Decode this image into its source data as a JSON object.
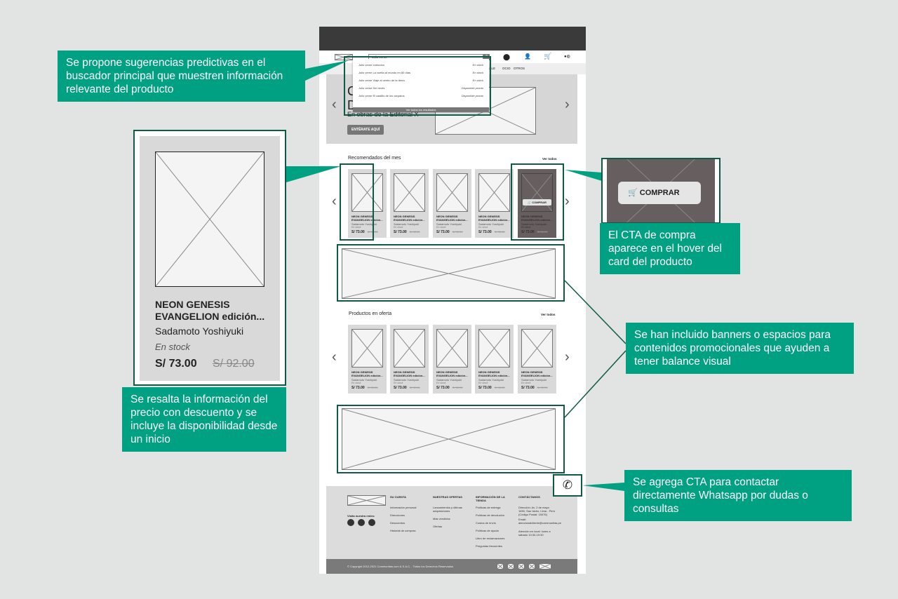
{
  "header": {
    "search_value": "Julio verne",
    "nav_visible": [
      "UCABLE",
      "OCIO",
      "OTROS"
    ]
  },
  "search_suggestions": [
    {
      "title": "Julio verne coleccion",
      "status": "En stock"
    },
    {
      "title": "Julio verne La vuelta al mundo en 80 días",
      "status": "En stock"
    },
    {
      "title": "Julio verne Viaje al centro de la tierra",
      "status": "En stock"
    },
    {
      "title": "Julio verne Del revés",
      "status": "Disponible pronto"
    },
    {
      "title": "Julio verne El castillo de los cárpatos",
      "status": "Disponible pronto"
    }
  ],
  "search_all": "Ver todos los resultados",
  "hero": {
    "title_partial": "C\nD",
    "subtitle": "En obras de la Editorial X",
    "cta": "ENTÉRATE AQUÍ"
  },
  "sections": {
    "recommended": "Recomendados del mes",
    "offers": "Productos en oferta",
    "see_all": "Ver todos"
  },
  "product": {
    "title": "NEON GENESIS EVANGELION edición...",
    "author": "Sadamoto Yoshiyuki",
    "stock": "En stock",
    "price": "S/ 73.00",
    "old_price": "S/ 92.00"
  },
  "buy_label": "COMPRAR",
  "footer": {
    "social_label": "Visita nuestra redes:",
    "cols": [
      {
        "title": "SU CUENTA",
        "items": [
          "Información personal",
          "Direcciones",
          "Descuentos",
          "Historial de compras"
        ]
      },
      {
        "title": "NUESTRAS OFERTAS",
        "items": [
          "Lanzamientos y últimas adquisiciones",
          "Más vendidos",
          "Ofertas"
        ]
      },
      {
        "title": "INFORMACIÓN DE LA TIENDA",
        "items": [
          "Políticas de entrega",
          "Políticas de devolución",
          "Costos de envío",
          "Políticas de ayuda",
          "Libro de reclamaciones",
          "Preguntas frecuentes"
        ]
      },
      {
        "title": "CONTÁCTANOS",
        "items": [
          "Dirección: Av. 2 de mayo 1690, San Isidro, Lima - Perú (Código Postal: 15076)",
          "Email: atencionalcliente@communitas.pe",
          "Atención en local: lunes a sábado 10:30-19:30"
        ]
      }
    ],
    "copyright": "© Copyright 2012-2021 Communitas.com & S.A.C. - Todos los Derechos Reservados"
  },
  "notes": [
    "Se propone sugerencias predictivas en el buscador principal que muestren información relevante del producto",
    "El CTA de compra aparece en el hover del card del producto",
    "Se han incluido banners o espacios para contenidos promocionales que ayuden a tener balance visual",
    "Se resalta la información del precio con descuento y se incluye la disponibilidad desde un inicio",
    "Se agrega CTA para contactar directamente Whatsapp por dudas o consultas"
  ],
  "colors": {
    "accent": "#00a082",
    "frame": "#0f5a47"
  }
}
